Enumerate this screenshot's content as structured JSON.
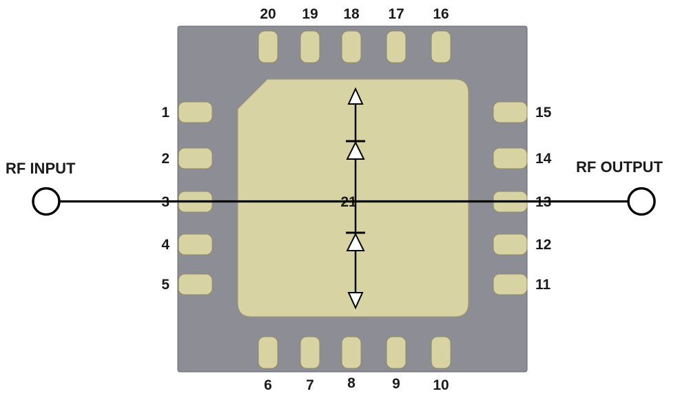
{
  "diagram": {
    "rf_input_label": "RF INPUT",
    "rf_output_label": "RF OUTPUT",
    "center_pad_label": "21",
    "pins": {
      "top": [
        "20",
        "19",
        "18",
        "17",
        "16"
      ],
      "left": [
        "1",
        "2",
        "3",
        "4",
        "5"
      ],
      "right": [
        "15",
        "14",
        "13",
        "12",
        "11"
      ],
      "bottom": [
        "6",
        "7",
        "8",
        "9",
        "10"
      ]
    },
    "colors": {
      "package_body": "#8d8d95",
      "pad_fill": "#d7d3a2",
      "pad_stroke": "#8f8b63",
      "signal_line": "#000000"
    }
  }
}
